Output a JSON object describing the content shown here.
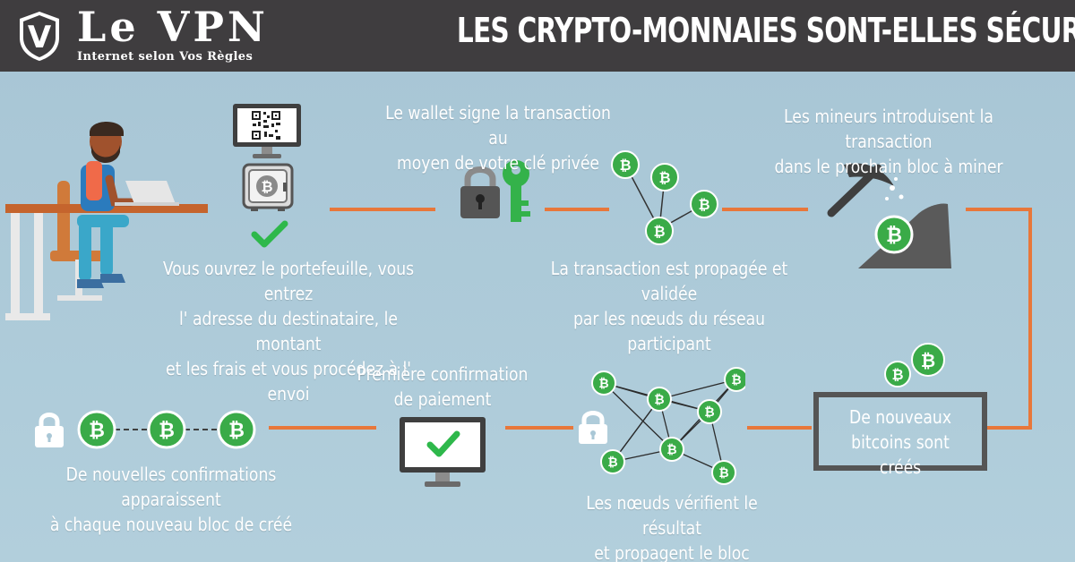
{
  "brand": {
    "name": "Le VPN",
    "tagline": "Internet selon Vos Règles",
    "monogram": "V"
  },
  "headline": "LES CRYPTO-MONNAIES SONT-ELLES SÉCURISÉES?",
  "coin_symbol": "₿",
  "colors": {
    "background": "#a9c7d6",
    "banner": "#3f3d3f",
    "connector": "#e8773a",
    "coin_green": "#3aab48",
    "check_green": "#2eb84b",
    "text": "#ffffff",
    "dark_grey": "#4a4a4a"
  },
  "steps": {
    "open_wallet": {
      "caption": "Vous ouvrez  le portefeuille, vous entrez\nl' adresse du destinataire,  le montant\net les frais et vous procédez  à l' envoi",
      "icons": [
        "user-at-desk-icon",
        "qr-code-monitor-icon",
        "safe-coin-icon",
        "checkmark-icon"
      ]
    },
    "sign_transaction": {
      "caption": "Le wallet signe la transaction au\nmoyen de votre clé privée",
      "icons": [
        "padlock-icon",
        "key-icon"
      ]
    },
    "propagate_validate": {
      "caption": "La transaction est propagée et validée\npar les nœuds du réseau participant",
      "icons": [
        "bitcoin-network-icon"
      ]
    },
    "miners": {
      "caption": "Les mineurs introduisent la transaction\ndans le prochain bloc à miner",
      "icons": [
        "pickaxe-icon",
        "mining-rock-icon"
      ]
    },
    "new_bitcoins": {
      "caption": "De nouveaux\nbitcoins sont créés",
      "icons": [
        "two-coins-icon"
      ]
    },
    "nodes_verify": {
      "caption": "Les nœuds  vérifient le résultat\net propagent le bloc",
      "icons": [
        "padlock-icon",
        "bitcoin-mesh-icon"
      ]
    },
    "first_confirmation": {
      "caption": "Première confirmation\nde paiement",
      "icons": [
        "monitor-checkmark-icon"
      ]
    },
    "more_confirmations": {
      "caption": "De nouvelles confirmations apparaissent\nà chaque nouveau bloc de créé",
      "icons": [
        "padlock-icon",
        "coin-chain-icon"
      ]
    }
  }
}
